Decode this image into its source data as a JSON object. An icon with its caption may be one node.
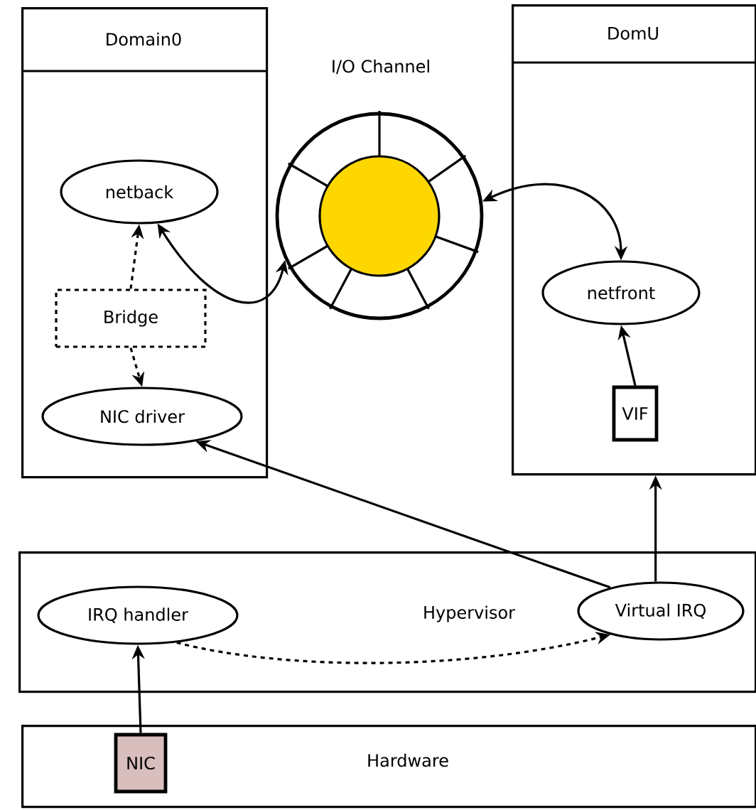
{
  "diagram": {
    "nodes": [
      {
        "text": [
          "Domain0"
        ]
      },
      {
        "text": [
          "netback"
        ],
        "in": 0
      },
      {
        "text": [
          "Bridge"
        ],
        "in": 0
      },
      {
        "text": [
          "NIC driver"
        ],
        "in": 0
      },
      {
        "text": [
          "I/O Channel"
        ]
      },
      {
        "text": [
          "DomU"
        ]
      },
      {
        "text": [
          "netfront"
        ],
        "in": 5
      },
      {
        "text": [
          "VIF"
        ],
        "in": 5
      },
      {
        "text": [
          "Hypervisor"
        ]
      },
      {
        "text": [
          "IRQ handler"
        ],
        "in": 8
      },
      {
        "text": [
          "Virtual IRQ"
        ],
        "in": 8
      },
      {
        "text": [
          "Hardware"
        ]
      },
      {
        "text": [
          "NIC"
        ],
        "in": 11
      }
    ],
    "edges": [
      {
        "from": 1,
        "to": 4,
        "arrow": "both"
      },
      {
        "from": 2,
        "to": 1,
        "arrow": "to",
        "style": "dashed"
      },
      {
        "from": 2,
        "to": 3,
        "arrow": "to",
        "style": "dashed"
      },
      {
        "from": 4,
        "to": 6,
        "arrow": "both"
      },
      {
        "from": 7,
        "to": 6,
        "arrow": "to"
      },
      {
        "from": 10,
        "to": 3,
        "arrow": "to"
      },
      {
        "from": 10,
        "to": 5,
        "arrow": "to"
      },
      {
        "from": 9,
        "to": 10,
        "arrow": "to",
        "style": "dashed"
      },
      {
        "from": 12,
        "to": 9,
        "arrow": "to"
      }
    ]
  }
}
